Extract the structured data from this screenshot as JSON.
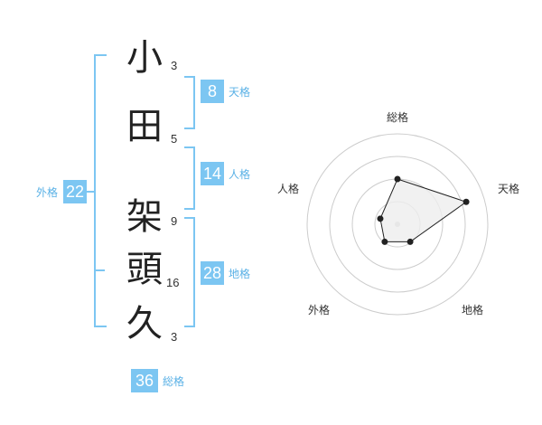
{
  "name": {
    "chars": [
      {
        "char": "小",
        "strokes": "3"
      },
      {
        "char": "田",
        "strokes": "5"
      },
      {
        "char": "架",
        "strokes": "9"
      },
      {
        "char": "頭",
        "strokes": "16"
      },
      {
        "char": "久",
        "strokes": "3"
      }
    ]
  },
  "kaku": {
    "tenkaku": {
      "value": "8",
      "label": "天格"
    },
    "jinkaku": {
      "value": "14",
      "label": "人格"
    },
    "chikaku": {
      "value": "28",
      "label": "地格"
    },
    "gaikaku": {
      "value": "22",
      "label": "外格"
    },
    "soukaku": {
      "value": "36",
      "label": "総格"
    }
  },
  "colors": {
    "accent": "#7cc6f2",
    "accent_text": "#5ab1e6",
    "radar_fill": "#eeeeee",
    "radar_ring": "#cccccc"
  },
  "chart_data": {
    "type": "radar",
    "axes": [
      "総格",
      "天格",
      "地格",
      "外格",
      "人格"
    ],
    "values": [
      2.5,
      4,
      1.2,
      1.2,
      1
    ],
    "max": 5,
    "rings": 4
  }
}
